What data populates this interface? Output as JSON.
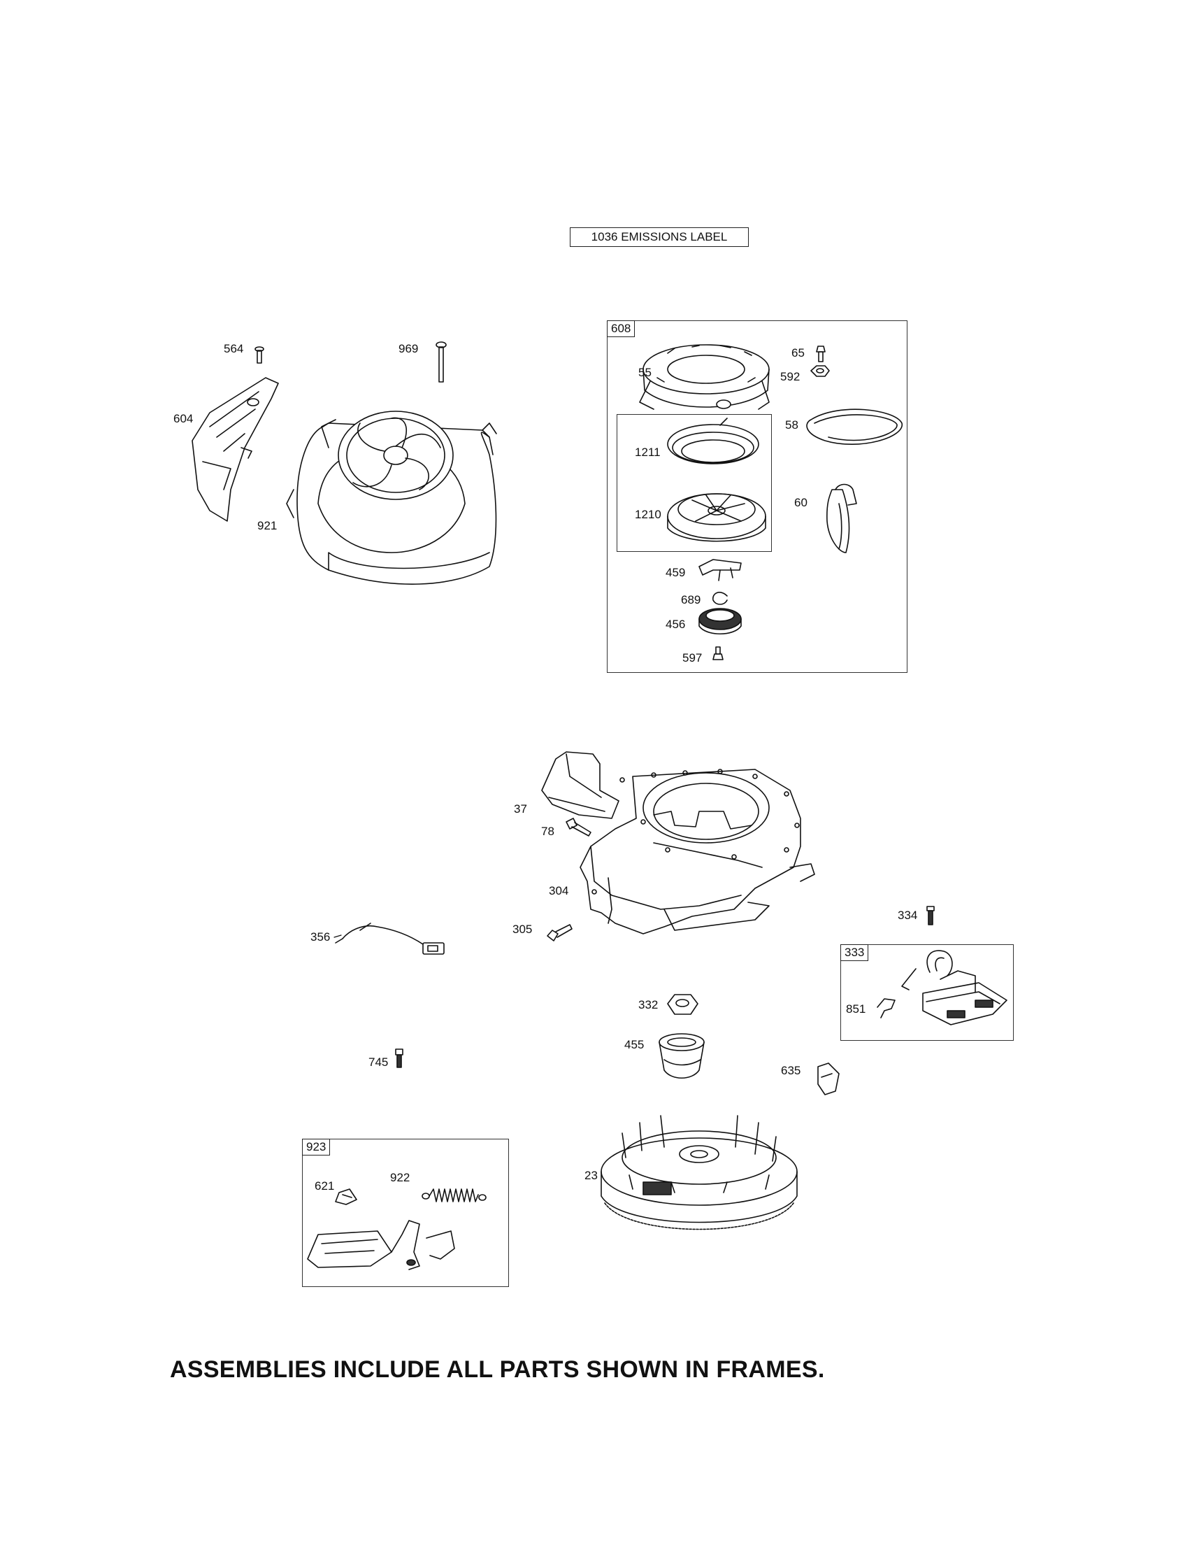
{
  "emissions_label": "1036 EMISSIONS LABEL",
  "footer": "ASSEMBLIES INCLUDE ALL PARTS SHOWN IN FRAMES.",
  "frames": {
    "starter": "608",
    "armature": "333",
    "governor": "923"
  },
  "parts": {
    "p564": "564",
    "p969": "969",
    "p604": "604",
    "p921": "921",
    "p55": "55",
    "p65": "65",
    "p592": "592",
    "p58": "58",
    "p1211": "1211",
    "p1210": "1210",
    "p60": "60",
    "p459": "459",
    "p689": "689",
    "p456": "456",
    "p597": "597",
    "p37": "37",
    "p78": "78",
    "p304": "304",
    "p305": "305",
    "p356": "356",
    "p334": "334",
    "p851": "851",
    "p332": "332",
    "p455": "455",
    "p635": "635",
    "p745": "745",
    "p621": "621",
    "p922": "922",
    "p23": "23"
  }
}
